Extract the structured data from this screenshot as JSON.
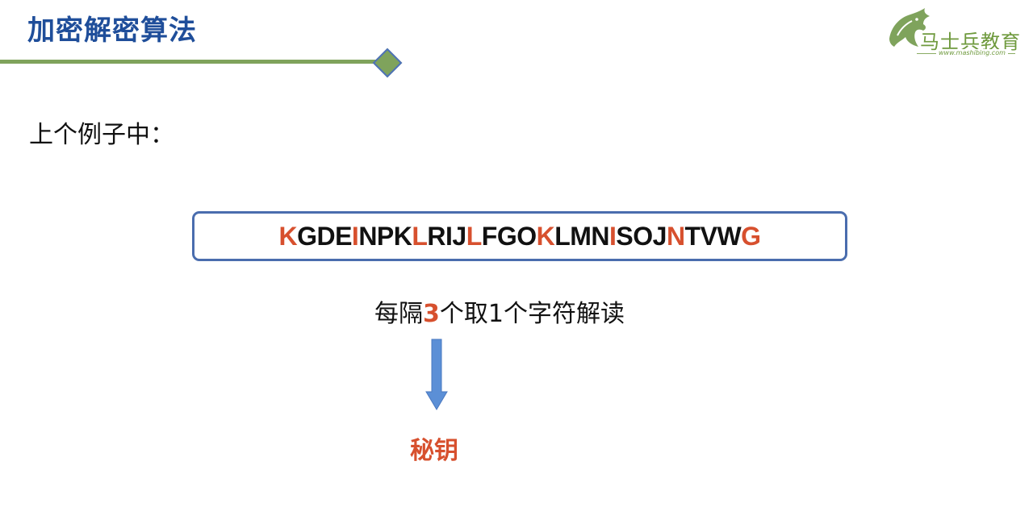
{
  "slide": {
    "title": "加密解密算法",
    "intro": "上个例子中：",
    "cipher_segments": [
      {
        "text": "K",
        "highlight": true
      },
      {
        "text": "GDE",
        "highlight": false
      },
      {
        "text": "I",
        "highlight": true
      },
      {
        "text": "NPK",
        "highlight": false
      },
      {
        "text": "L",
        "highlight": true
      },
      {
        "text": "RIJ",
        "highlight": false
      },
      {
        "text": "L",
        "highlight": true
      },
      {
        "text": "FGO",
        "highlight": false
      },
      {
        "text": "K",
        "highlight": true
      },
      {
        "text": "LMN",
        "highlight": false
      },
      {
        "text": "I",
        "highlight": true
      },
      {
        "text": "SOJ",
        "highlight": false
      },
      {
        "text": "N",
        "highlight": true
      },
      {
        "text": "TVW",
        "highlight": false
      },
      {
        "text": "G",
        "highlight": true
      }
    ],
    "rule": {
      "prefix": "每隔",
      "number": "3",
      "suffix": "个取1个字符解读"
    },
    "arrow_icon": "arrow-down-icon",
    "result": "秘钥"
  },
  "logo": {
    "name": "马士兵教育",
    "url": "www.mashibing.com",
    "icon": "horse-head-icon"
  },
  "colors": {
    "title": "#1f4e9a",
    "accent_green": "#7fa35c",
    "border_blue": "#4a6dae",
    "highlight": "#d7502e",
    "arrow": "#5b8fd6",
    "logo_green": "#6f9a3e"
  }
}
